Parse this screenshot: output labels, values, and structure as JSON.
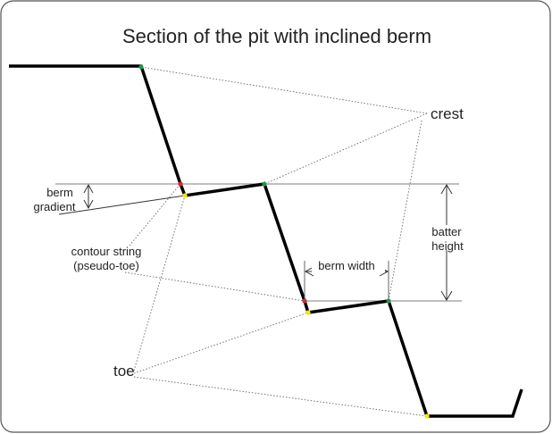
{
  "title": "Section of the pit with inclined berm",
  "labels": {
    "crest": "crest",
    "toe": "toe",
    "berm_gradient_line1": "berm",
    "berm_gradient_line2": "gradient",
    "contour_line1": "contour string",
    "contour_line2": "(pseudo-toe)",
    "berm_width": "berm width",
    "batter_height_line1": "batter",
    "batter_height_line2": "height"
  },
  "colors": {
    "crest_point": "#1a9a4a",
    "contour_point": "#e02020",
    "toe_point": "#f5e600",
    "profile": "#000000",
    "reference_line": "#999999"
  }
}
